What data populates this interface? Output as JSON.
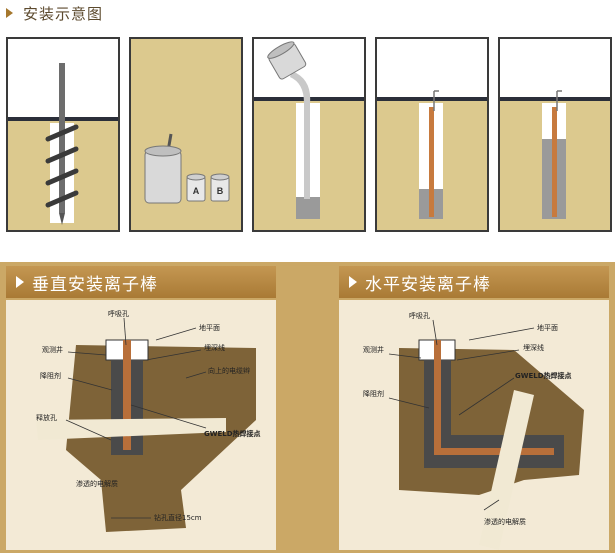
{
  "page": {
    "title": "安装示意图"
  },
  "colors": {
    "accent": "#a5772d",
    "soil": "#dcc98e",
    "header": "#b98b3c",
    "copper": "#b86f3a",
    "ground": "#8b6d3f",
    "backfill": "#555555"
  },
  "steps": [
    {
      "icon": "auger-drilling-icon"
    },
    {
      "icon": "backfill-bucket-icon",
      "cans": [
        "A",
        "B"
      ]
    },
    {
      "icon": "pouring-backfill-icon"
    },
    {
      "icon": "electrode-inserted-icon"
    },
    {
      "icon": "electrode-installed-icon"
    }
  ],
  "vertical": {
    "header": "垂直安装离子棒",
    "labels": {
      "vent": "呼吸孔",
      "ground": "地平面",
      "inspection": "观测井",
      "depth": "埋深线",
      "resistance": "降阻剂",
      "cable": "向上的电缆辫",
      "weld": "GWELD热焊接点",
      "release": "释放孔",
      "electrolyte": "渗透的电解质",
      "drill": "钻孔直径15cm"
    }
  },
  "horizontal": {
    "header": "水平安装离子棒",
    "labels": {
      "vent": "呼吸孔",
      "ground": "地平面",
      "inspection": "观测井",
      "depth": "埋深线",
      "resistance": "降阻剂",
      "weld": "GWELD热焊接点",
      "electrolyte": "渗透的电解质"
    }
  }
}
